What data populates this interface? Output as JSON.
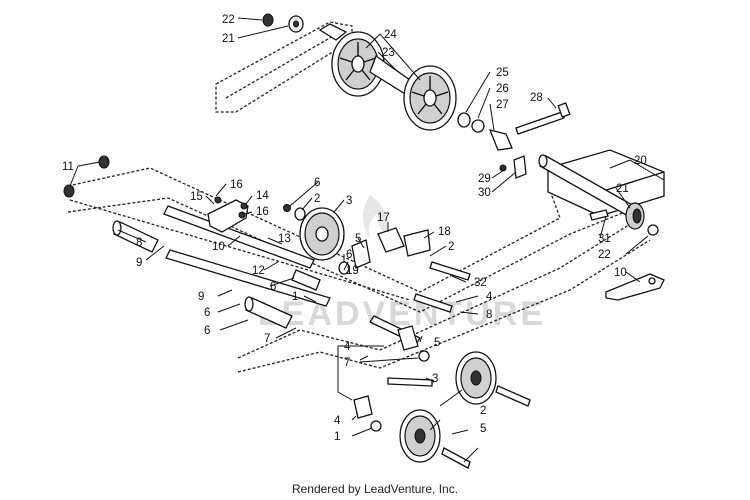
{
  "footer": {
    "text": "Rendered by LeadVenture, Inc."
  },
  "watermark": {
    "text": "LEADVENTURE"
  },
  "callouts": [
    {
      "id": "c22a",
      "text": "22"
    },
    {
      "id": "c21a",
      "text": "21"
    },
    {
      "id": "c24",
      "text": "24"
    },
    {
      "id": "c23",
      "text": "23"
    },
    {
      "id": "c25",
      "text": "25"
    },
    {
      "id": "c26",
      "text": "26"
    },
    {
      "id": "c27",
      "text": "27"
    },
    {
      "id": "c28",
      "text": "28"
    },
    {
      "id": "c11",
      "text": "11"
    },
    {
      "id": "c20",
      "text": "20"
    },
    {
      "id": "c16a",
      "text": "16"
    },
    {
      "id": "c15",
      "text": "15"
    },
    {
      "id": "c14",
      "text": "14"
    },
    {
      "id": "c16b",
      "text": "16"
    },
    {
      "id": "c6a",
      "text": "6"
    },
    {
      "id": "c2a",
      "text": "2"
    },
    {
      "id": "c3a",
      "text": "3"
    },
    {
      "id": "c29",
      "text": "29"
    },
    {
      "id": "c30",
      "text": "30"
    },
    {
      "id": "c21b",
      "text": "21"
    },
    {
      "id": "c17",
      "text": "17"
    },
    {
      "id": "c18",
      "text": "18"
    },
    {
      "id": "c2b",
      "text": "2"
    },
    {
      "id": "c31",
      "text": "31"
    },
    {
      "id": "c22b",
      "text": "22"
    },
    {
      "id": "c8a",
      "text": "8"
    },
    {
      "id": "c10a",
      "text": "10"
    },
    {
      "id": "c13",
      "text": "13"
    },
    {
      "id": "c5a",
      "text": "5"
    },
    {
      "id": "c6b",
      "text": "6"
    },
    {
      "id": "c9a",
      "text": "9"
    },
    {
      "id": "c12",
      "text": "12"
    },
    {
      "id": "c6c",
      "text": "6"
    },
    {
      "id": "c19",
      "text": "19"
    },
    {
      "id": "c32",
      "text": "32"
    },
    {
      "id": "c10b",
      "text": "10"
    },
    {
      "id": "c9b",
      "text": "9"
    },
    {
      "id": "c6d",
      "text": "6"
    },
    {
      "id": "c1a",
      "text": "1"
    },
    {
      "id": "c4a",
      "text": "4"
    },
    {
      "id": "c8b",
      "text": "8"
    },
    {
      "id": "c6e",
      "text": "6"
    },
    {
      "id": "c7a",
      "text": "7"
    },
    {
      "id": "c5b",
      "text": "5"
    },
    {
      "id": "c4b",
      "text": "4"
    },
    {
      "id": "c7b",
      "text": "7"
    },
    {
      "id": "c3b",
      "text": "3"
    },
    {
      "id": "c2c",
      "text": "2"
    },
    {
      "id": "c5c",
      "text": "5"
    },
    {
      "id": "c4c",
      "text": "4"
    },
    {
      "id": "c1b",
      "text": "1"
    }
  ]
}
